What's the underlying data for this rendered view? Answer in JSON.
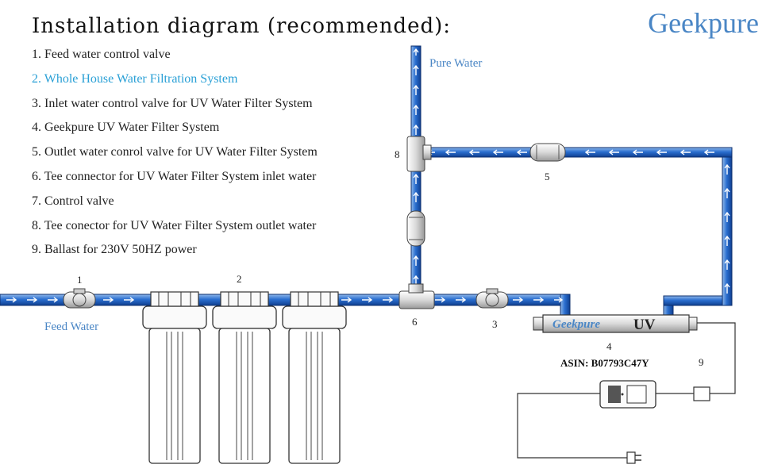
{
  "header": {
    "title": "Installation diagram (recommended):",
    "brand": "Geekpure"
  },
  "legend": {
    "items": [
      "1. Feed water control valve",
      "2. Whole House Water Filtration System",
      "3. Inlet water control valve for UV Water Filter System",
      "4. Geekpure UV Water Filter System",
      "5. Outlet water conrol valve for UV Water Filter System",
      "6. Tee connector for UV Water Filter System inlet water",
      "7. Control valve",
      "8. Tee conector for UV Water Filter System outlet water",
      "9. Ballast for 230V 50HZ power"
    ]
  },
  "diagram": {
    "labels": {
      "pure_water": "Pure Water",
      "feed_water": "Feed Water"
    },
    "uv": {
      "brand": "Geekpure",
      "text": "UV",
      "asin": "ASIN: B07793C47Y"
    },
    "callouts": {
      "n1": "1",
      "n2": "2",
      "n3": "3",
      "n4": "4",
      "n5": "5",
      "n6": "6",
      "n8": "8",
      "n9": "9"
    }
  },
  "colors": {
    "pipe": "#1f5fc0",
    "flow_arrow": "#ffffff",
    "brand": "#4a86c5",
    "highlight": "#2aa0d6"
  }
}
